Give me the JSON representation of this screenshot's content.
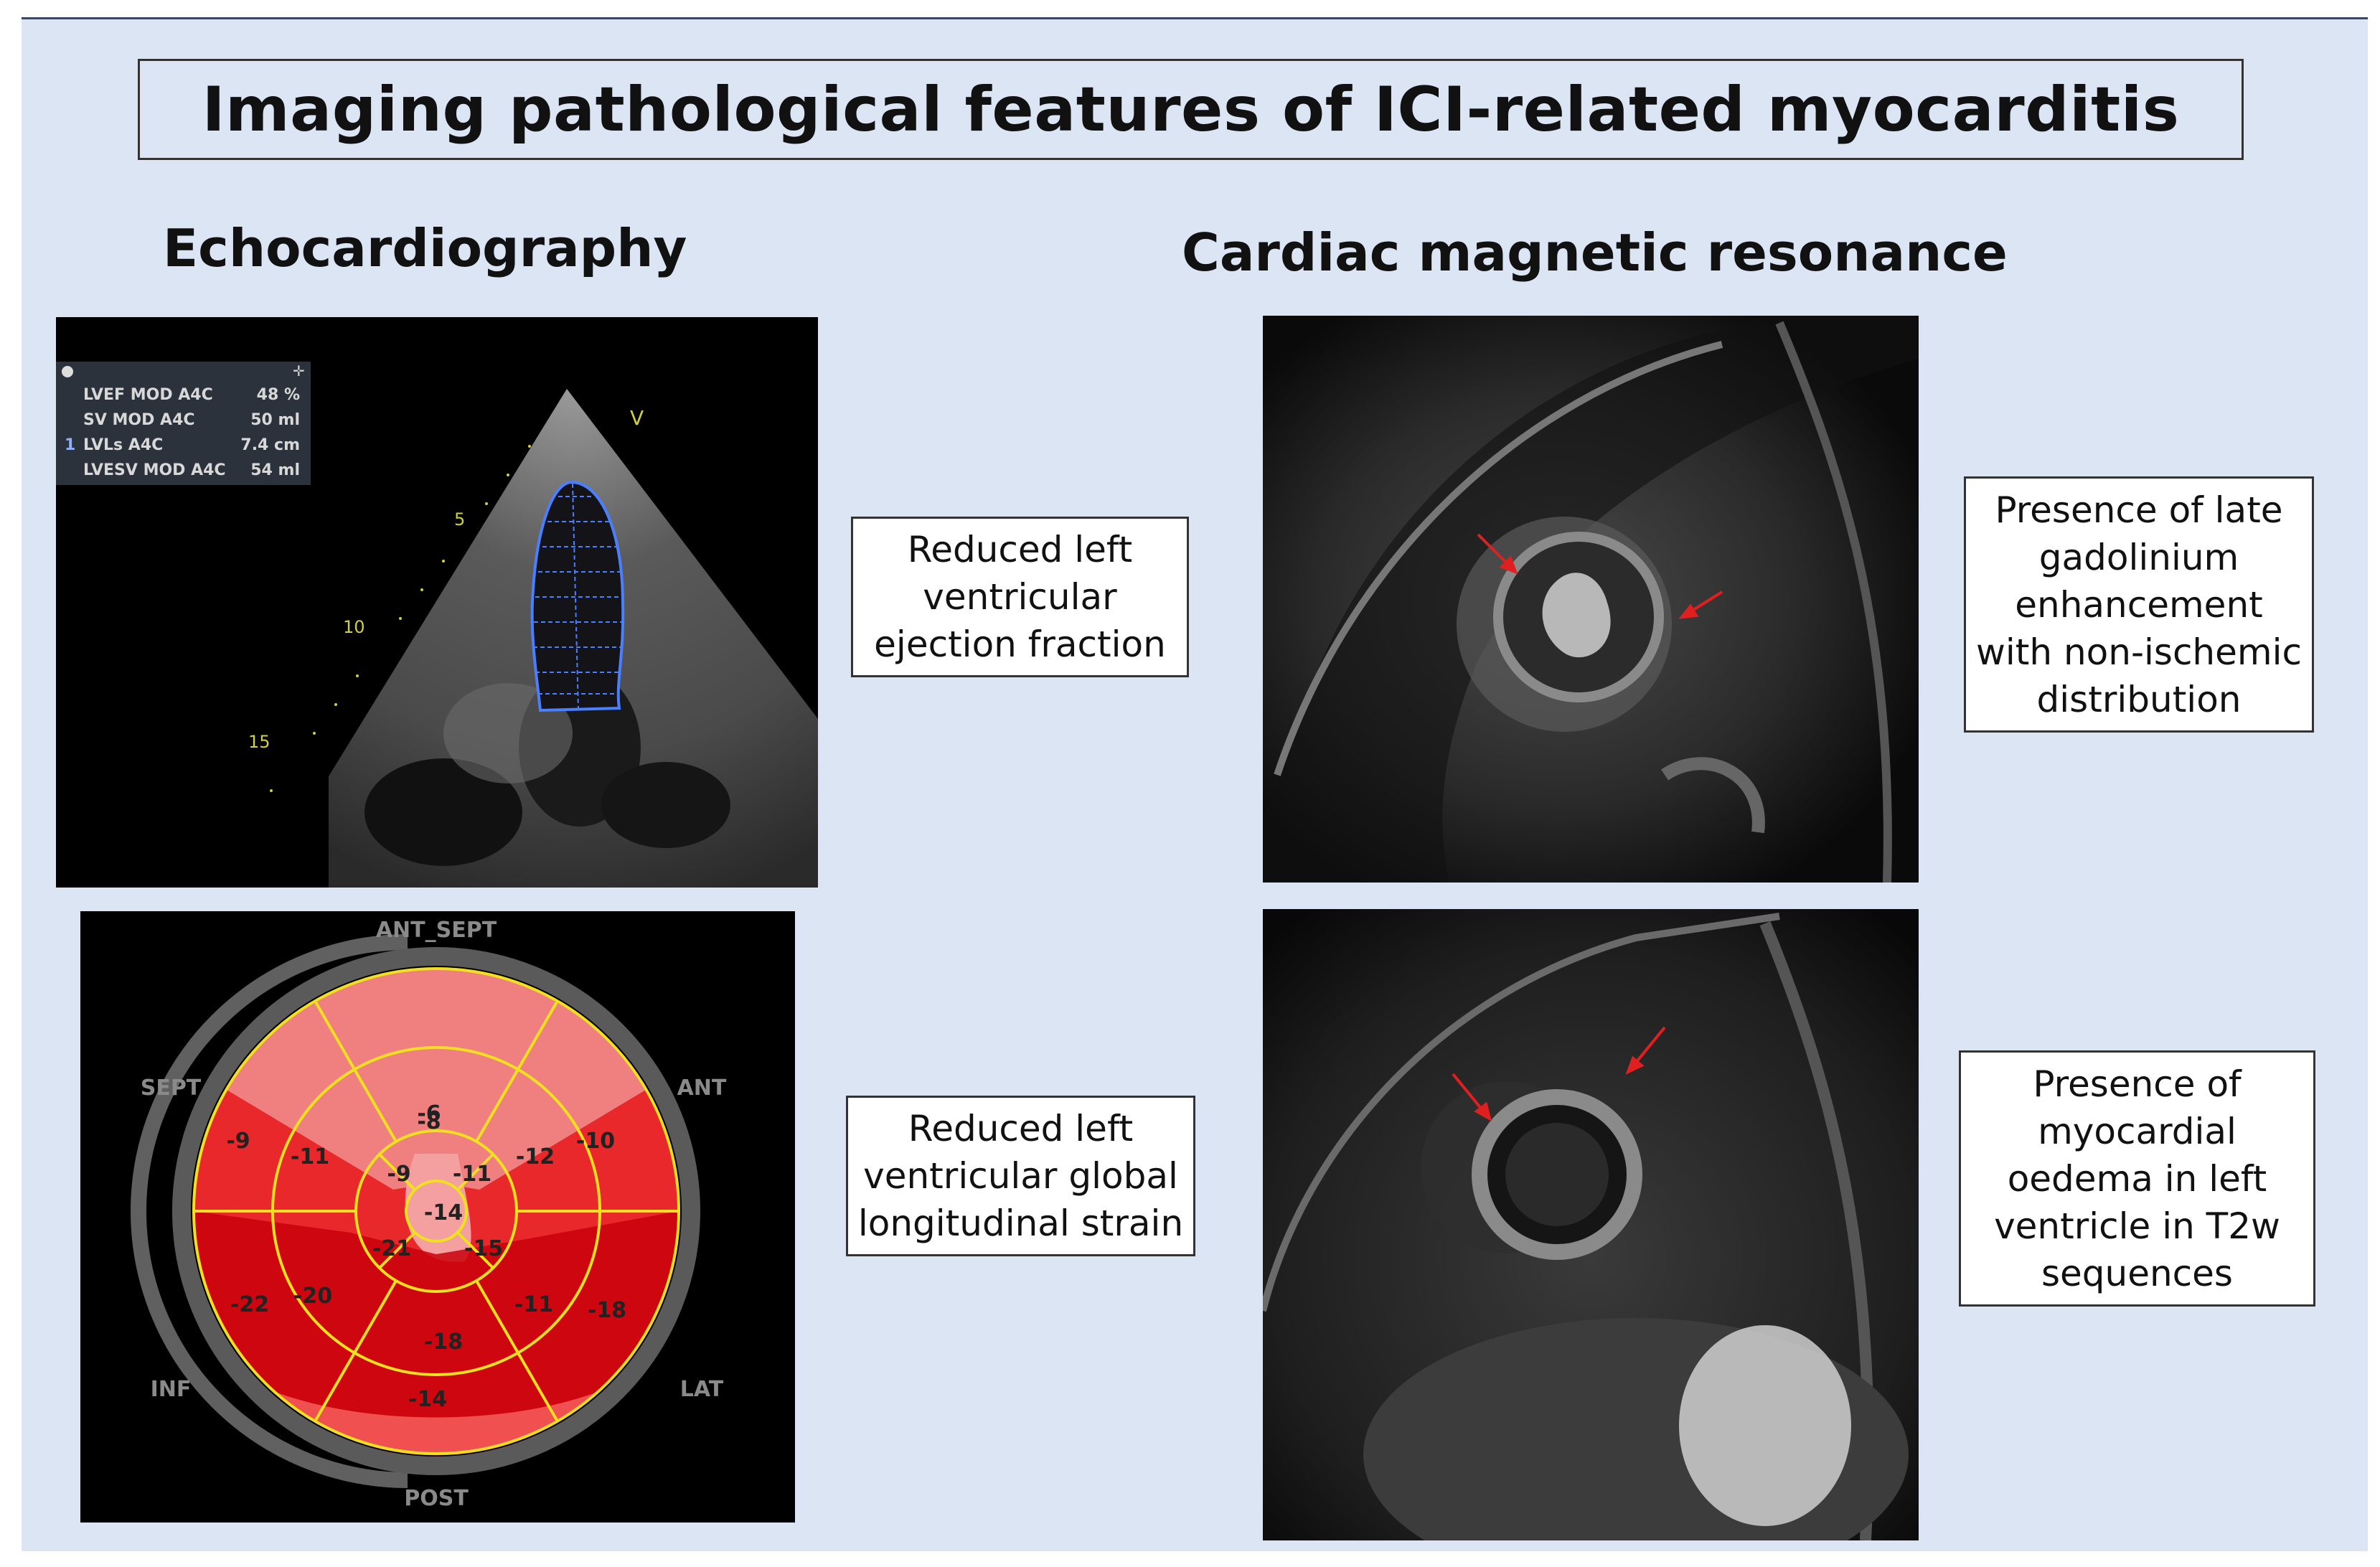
{
  "title": "Imaging pathological features of ICI-related myocarditis",
  "sections": {
    "echo_heading": "Echocardiography",
    "cmr_heading": "Cardiac magnetic resonance"
  },
  "echo_measurements": [
    {
      "label": "LVEF MOD A4C",
      "value": "48 %",
      "prefix": ""
    },
    {
      "label": "SV MOD A4C",
      "value": "50 ml",
      "prefix": ""
    },
    {
      "label": "LVLs A4C",
      "value": "7.4 cm",
      "prefix": "1"
    },
    {
      "label": "LVESV MOD A4C",
      "value": "54 ml",
      "prefix": ""
    }
  ],
  "echo_depth_marks": [
    "5",
    "10",
    "15"
  ],
  "echo_marker": "V",
  "captions": {
    "lvef": "Reduced left\nventricular\nejection fraction",
    "gls": "Reduced left\nventricular global\nlongitudinal strain",
    "lge": "Presence of late\ngadolinium\nenhancement\nwith non-ischemic\ndistribution",
    "oedema": "Presence of\nmyocardial\noedema in left\nventricle in T2w\nsequences"
  },
  "bullseye": {
    "orientation_labels": {
      "top": "ANT_SEPT",
      "upper_left": "SEPT",
      "upper_right": "ANT",
      "lower_left": "INF",
      "lower_right": "LAT",
      "bottom": "POST"
    },
    "outer_ring": [
      -8,
      -10,
      -18,
      -14,
      -22,
      -9
    ],
    "mid_ring": [
      -6,
      -12,
      -11,
      -18,
      -20,
      -11
    ],
    "apical_ring": [
      -11,
      -15,
      -21,
      -9
    ],
    "apex": -14,
    "colors": {
      "light": "#f08080",
      "medium": "#e8282a",
      "dark": "#c8000a",
      "lines": "#f0e020"
    }
  },
  "colors": {
    "slide_bg": "#dce5f4",
    "arrow": "#e02020",
    "echo_trace": "#4a7fff"
  }
}
